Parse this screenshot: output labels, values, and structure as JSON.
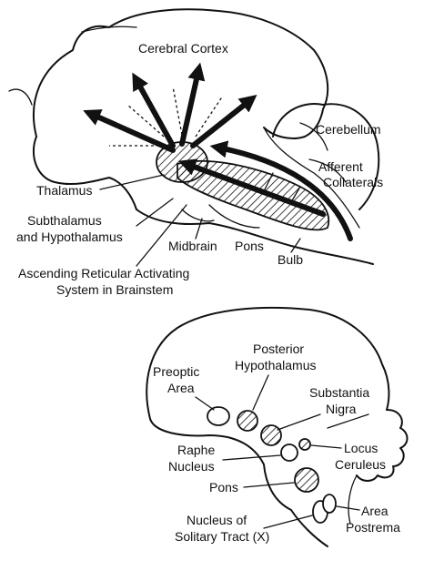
{
  "top_diagram": {
    "labels": {
      "cerebral_cortex": "Cerebral Cortex",
      "cerebellum": "Cerebellum",
      "afferent_1": "Afferent",
      "afferent_2": "Collaterals",
      "thalamus": "Thalamus",
      "subthalamus_1": "Subthalamus",
      "subthalamus_2": "and Hypothalamus",
      "midbrain": "Midbrain",
      "pons": "Pons",
      "bulb": "Bulb",
      "aras_1": "Ascending Reticular Activating",
      "aras_2": "System in Brainstem"
    }
  },
  "bottom_diagram": {
    "labels": {
      "posterior_hypothalamus_1": "Posterior",
      "posterior_hypothalamus_2": "Hypothalamus",
      "preoptic_1": "Preoptic",
      "preoptic_2": "Area",
      "substantia_nigra_1": "Substantia",
      "substantia_nigra_2": "Nigra",
      "raphe_1": "Raphe",
      "raphe_2": "Nucleus",
      "locus_1": "Locus",
      "locus_2": "Ceruleus",
      "pons": "Pons",
      "area_postrema_1": "Area",
      "area_postrema_2": "Postrema",
      "solitary_1": "Nucleus of",
      "solitary_2": "Solitary Tract (X)"
    }
  }
}
